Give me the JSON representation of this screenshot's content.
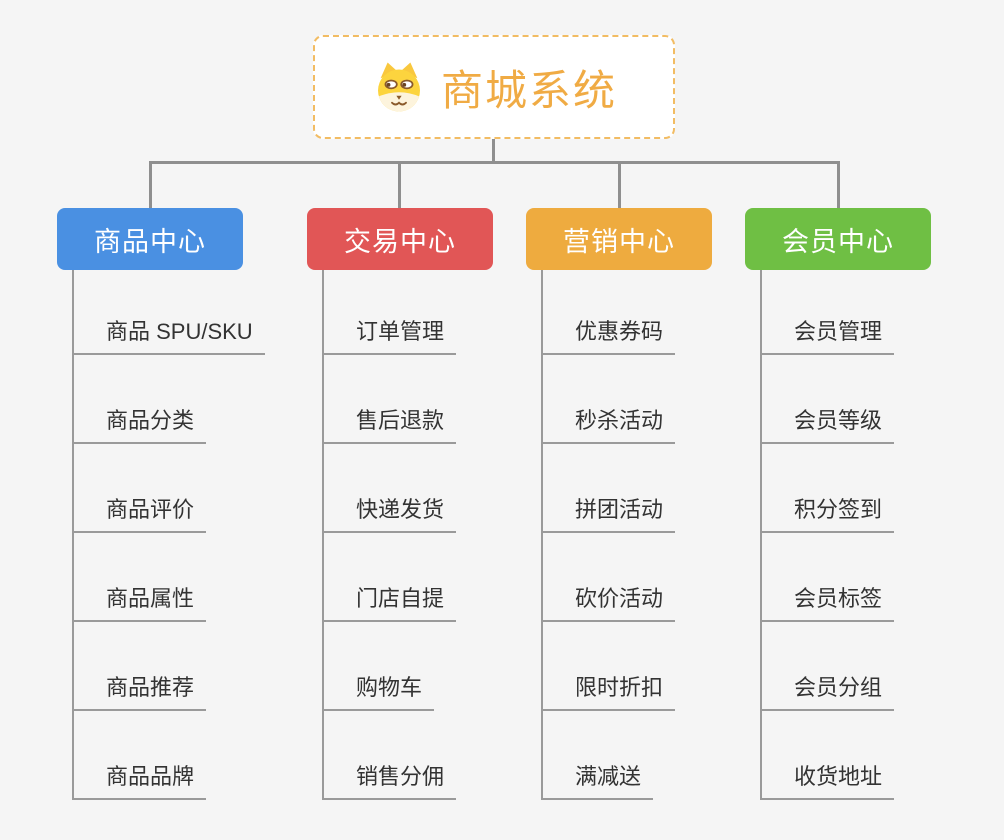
{
  "root": {
    "title": "商城系统",
    "icon": "dog-face-icon"
  },
  "branches": [
    {
      "id": "product-center",
      "label": "商品中心",
      "color": "#4a90e2",
      "children": [
        "商品 SPU/SKU",
        "商品分类",
        "商品评价",
        "商品属性",
        "商品推荐",
        "商品品牌"
      ]
    },
    {
      "id": "trade-center",
      "label": "交易中心",
      "color": "#e15656",
      "children": [
        "订单管理",
        "售后退款",
        "快递发货",
        "门店自提",
        "购物车",
        "销售分佣"
      ]
    },
    {
      "id": "marketing-center",
      "label": "营销中心",
      "color": "#eeab3f",
      "children": [
        "优惠券码",
        "秒杀活动",
        "拼团活动",
        "砍价活动",
        "限时折扣",
        "满减送"
      ]
    },
    {
      "id": "member-center",
      "label": "会员中心",
      "color": "#6fbf44",
      "children": [
        "会员管理",
        "会员等级",
        "积分签到",
        "会员标签",
        "会员分组",
        "收货地址"
      ]
    }
  ],
  "style": {
    "background": "#f5f5f5",
    "root_title_color": "#f0ab44",
    "root_border_color": "#f2bc63",
    "connector_color": "#8f8f8f",
    "underline_color": "#9a9a9a",
    "child_text_color": "#333333"
  }
}
